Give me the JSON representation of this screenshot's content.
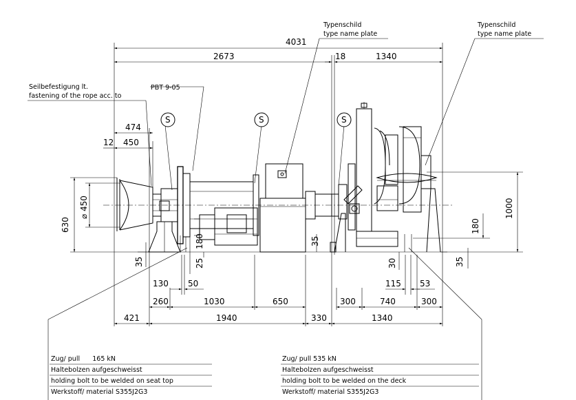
{
  "callouts": {
    "typenschild_1": {
      "de": "Typenschild",
      "en": "type name plate"
    },
    "typenschild_2": {
      "de": "Typenschild",
      "en": "type name plate"
    },
    "seilbefestigung": {
      "de": "Seilbefestigung lt.",
      "en": "fastening of the rope acc. to",
      "ref": "PBT 9-05"
    },
    "section_marks": [
      "S",
      "S",
      "S"
    ]
  },
  "dimensions": {
    "overall": "4031",
    "left_part": "2673",
    "gap": "18",
    "right_part": "1340",
    "drum_474": "474",
    "drum_12": "12",
    "drum_450": "450",
    "dia_450": "⌀ 450",
    "height_630": "630",
    "height_1000": "1000",
    "height_180_right": "180",
    "height_180_mid": "180",
    "v35_left": "35",
    "v25": "25",
    "v35_mid": "35",
    "v30": "30",
    "v35_right": "35",
    "d130": "130",
    "d50": "50",
    "d115": "115",
    "d53": "53",
    "d260": "260",
    "d1030": "1030",
    "d650": "650",
    "d300a": "300",
    "d740": "740",
    "d300b": "300",
    "d421": "421",
    "d1940": "1940",
    "d330": "330",
    "d1340b": "1340"
  },
  "notes": {
    "left": {
      "line1": "Zug/ pull      165 kN",
      "line2": "Haltebolzen aufgeschweisst",
      "line3": "holding bolt to be welded on seat top",
      "line4": "Werkstoff/ material S355J2G3"
    },
    "right": {
      "line1": "Zug/ pull 535 kN",
      "line2": "Haltebolzen aufgeschweisst",
      "line3": "holding bolt to be welded on the deck",
      "line4": "Werkstoff/ material S355J2G3"
    }
  }
}
